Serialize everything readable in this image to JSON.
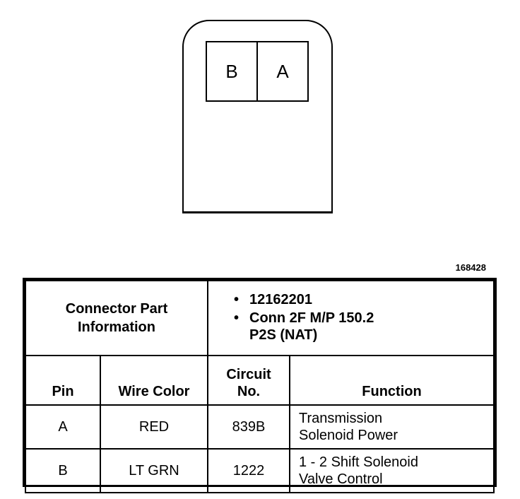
{
  "connector": {
    "cavities": [
      "B",
      "A"
    ]
  },
  "figure_id": "168428",
  "table": {
    "info_label_line1": "Connector Part",
    "info_label_line2": "Information",
    "info_items": [
      {
        "line1": "12162201",
        "line2": ""
      },
      {
        "line1": "Conn 2F M/P 150.2",
        "line2": "P2S (NAT)"
      }
    ],
    "headers": {
      "pin": "Pin",
      "wire_color": "Wire Color",
      "circuit_line1": "Circuit",
      "circuit_line2": "No.",
      "function": "Function"
    },
    "rows": [
      {
        "pin": "A",
        "wire_color": "RED",
        "circuit": "839B",
        "function_line1": "Transmission",
        "function_line2": "Solenoid Power"
      },
      {
        "pin": "B",
        "wire_color": "LT GRN",
        "circuit": "1222",
        "function_line1": "1 - 2 Shift Solenoid",
        "function_line2": "Valve Control"
      }
    ]
  }
}
